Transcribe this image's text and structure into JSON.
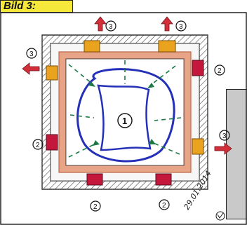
{
  "caption": "Bild 3:",
  "zones": {
    "center": "1",
    "walls": "2",
    "outward": "3"
  },
  "signature_date": "29.01.2014",
  "colors": {
    "caption_bg": "#f6e83a",
    "hatched_wall": "#666666",
    "inner_frame": "#e7a487",
    "blue_core": "#2430b8",
    "green_arrows": "#1d7a46",
    "red_block": "#c4173c",
    "orange_block": "#e9a31f",
    "red_arrow": "#d32f3a"
  }
}
